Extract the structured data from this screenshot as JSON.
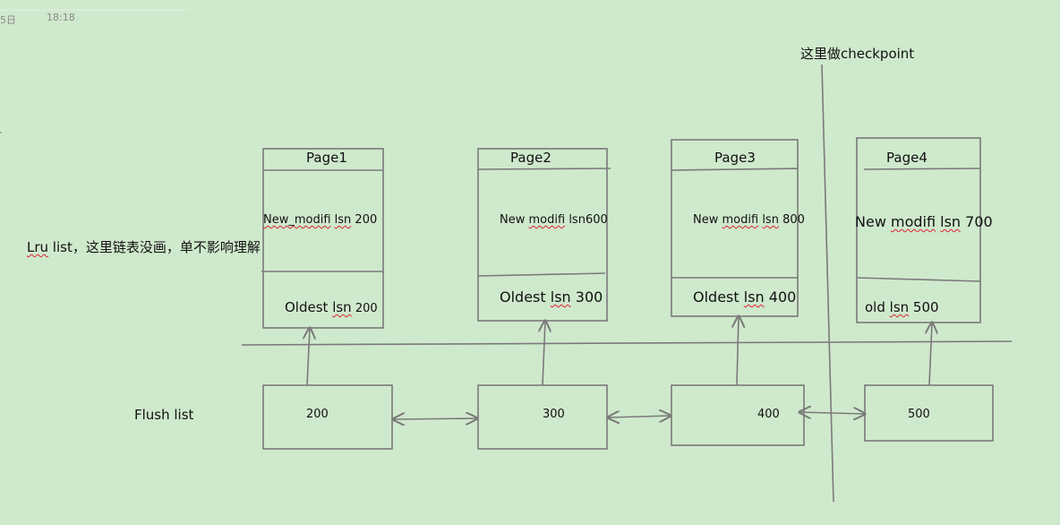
{
  "header": {
    "date_fragment": "5日",
    "time": "18:18"
  },
  "labels": {
    "checkpoint": "这里做checkpoint",
    "lru_list_prefix": "Lru",
    "lru_list_rest": " list，这里链表没画，单不影响理解",
    "flush_list": "Flush list"
  },
  "pages": [
    {
      "title": "Page1",
      "newest_prefix": "New",
      "newest_word": "_modifi",
      "newest_mid": " ",
      "newest_lsn": "lsn",
      "newest_value": " 200",
      "oldest_label": "Oldest",
      "oldest_lsn": "lsn",
      "oldest_value": " 200"
    },
    {
      "title": "Page2",
      "newest_prefix": "New ",
      "newest_word": "modifi",
      "newest_mid": " ",
      "newest_lsn": "lsn",
      "newest_value": "600",
      "oldest_label": "Oldest",
      "oldest_lsn": "lsn",
      "oldest_value": " 300"
    },
    {
      "title": "Page3",
      "newest_prefix": "New ",
      "newest_word": "modifi",
      "newest_mid": " ",
      "newest_lsn": "lsn",
      "newest_value": " 800",
      "oldest_label": "Oldest",
      "oldest_lsn": "lsn",
      "oldest_value": " 400"
    },
    {
      "title": "Page4",
      "newest_prefix": "New ",
      "newest_word": "modifi",
      "newest_mid": " ",
      "newest_lsn": "lsn",
      "newest_value": " 700",
      "oldest_label": "old",
      "oldest_lsn": "lsn",
      "oldest_value": " 500"
    }
  ],
  "flush_nodes": [
    "200",
    "300",
    "400",
    "500"
  ],
  "colors": {
    "background": "#cfe9cc",
    "line": "#7a7a7a",
    "squiggle": "#d23"
  }
}
